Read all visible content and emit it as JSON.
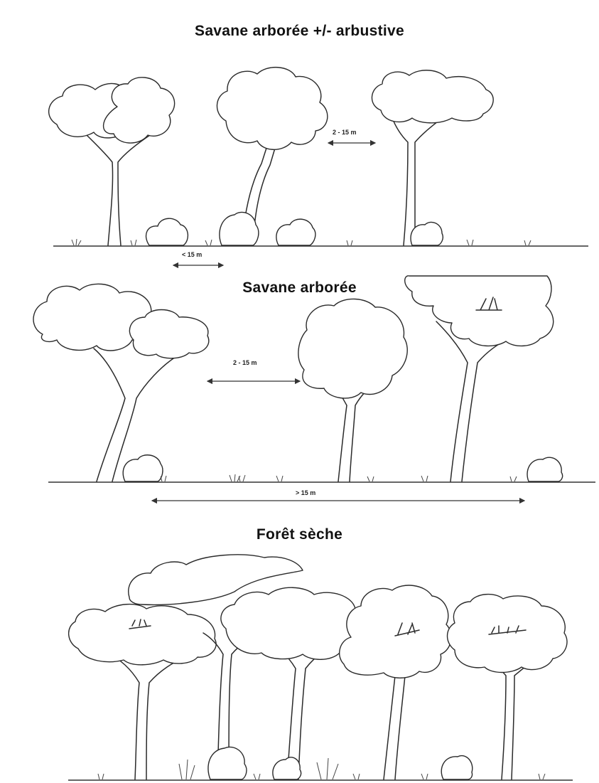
{
  "panels": [
    {
      "title": "Savane  arborée +/- arbustive",
      "dimensions": [
        "2 - 15 m",
        "< 15 m"
      ]
    },
    {
      "title": "Savane  arborée",
      "dimensions": [
        "2 - 15 m",
        "> 15 m"
      ]
    },
    {
      "title": "Forêt sèche",
      "dimensions": []
    }
  ],
  "colors": {
    "line": "#2a2a2a",
    "background": "#ffffff"
  },
  "icons": [
    "tree-icon",
    "shrub-icon",
    "grass-tuft-icon"
  ]
}
